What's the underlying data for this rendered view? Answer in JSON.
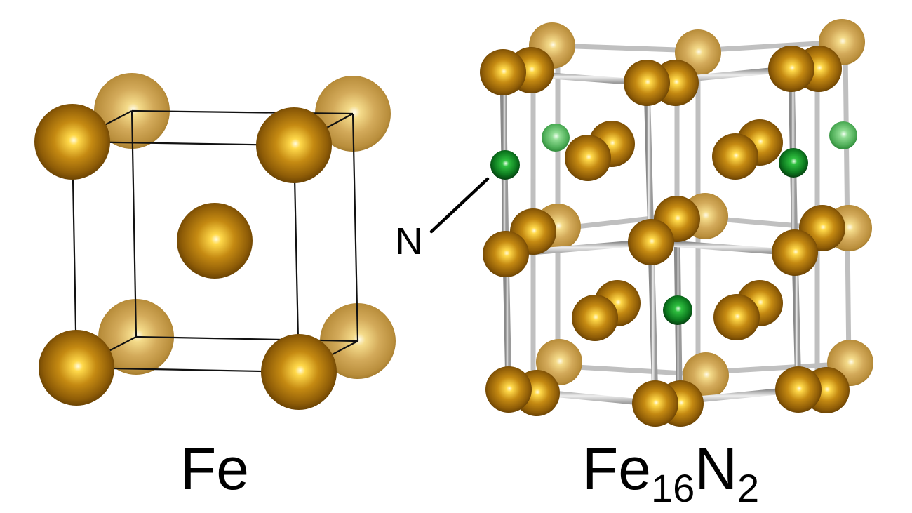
{
  "labels": {
    "fe": "Fe",
    "fe16n2_base": "Fe",
    "fe16n2_sub1": "16",
    "fe16n2_mid": "N",
    "fe16n2_sub2": "2",
    "n_callout": "N"
  },
  "colors": {
    "background": "#ffffff",
    "iron": "#b97a10",
    "nitrogen": "#138a2a",
    "bond": "#c8c8c8",
    "cell_edge": "#111111"
  }
}
